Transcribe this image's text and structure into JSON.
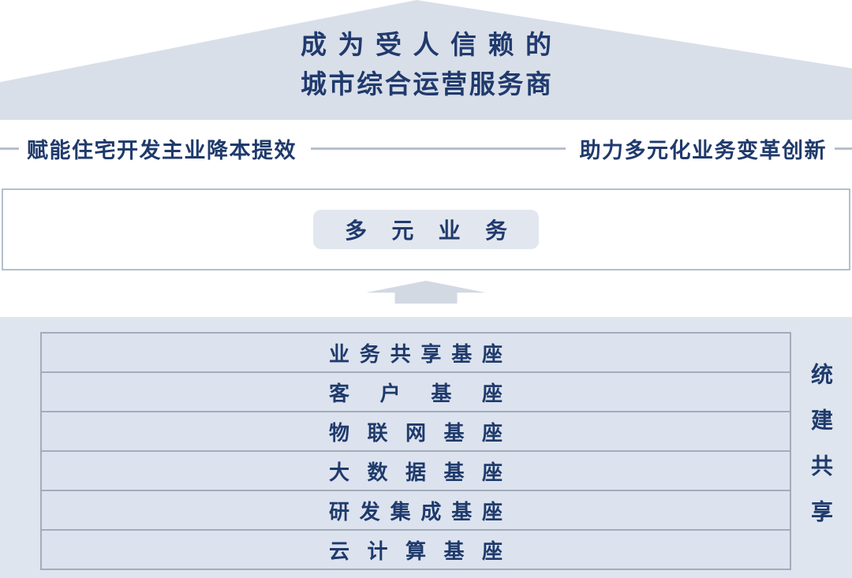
{
  "colors": {
    "text_navy": "#1f3a6c",
    "roof_fill": "#d9dfe9",
    "band_fill": "#dee5ef",
    "row_fill": "#dce3ee",
    "stack_border": "#a2acbc",
    "box_border": "#b3bfce",
    "pill_fill": "#e2e7ef",
    "arrow_fill": "#d3d9e3",
    "divider_line": "#b6c0ce",
    "page_background": "#ffffff"
  },
  "roof": {
    "title_line1": "成为受人信赖的",
    "title_line2": "城市综合运营服务商"
  },
  "slogans": {
    "left": "赋能住宅开发主业降本提效",
    "right": "助力多元化业务变革创新"
  },
  "middle": {
    "pill_label": "多元业务"
  },
  "base": {
    "rows": [
      {
        "label": "业务共享基座"
      },
      {
        "label": "客户基座"
      },
      {
        "label": "物联网基座"
      },
      {
        "label": "大数据基座"
      },
      {
        "label": "研发集成基座"
      },
      {
        "label": "云计算基座"
      }
    ],
    "side_label": "统建共享"
  },
  "icons": {
    "up_arrow": "up-arrow-icon"
  }
}
